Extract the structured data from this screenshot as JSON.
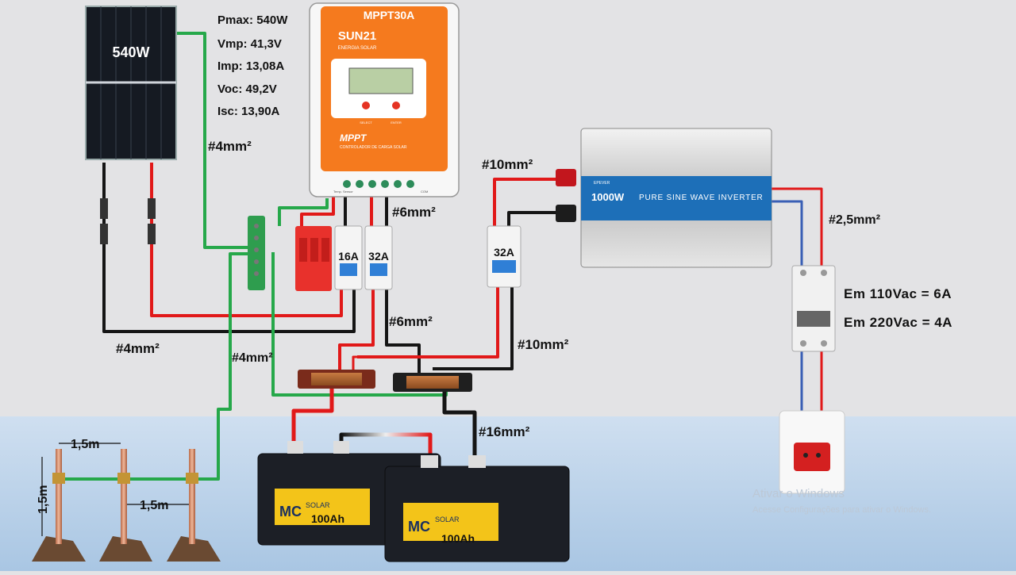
{
  "solar_panel": {
    "label": "540W"
  },
  "panel_specs": [
    "Pmax: 540W",
    "Vmp: 41,3V",
    "Imp: 13,08A",
    "Voc:  49,2V",
    "Isc: 13,90A"
  ],
  "controller": {
    "model": "MPPT30A",
    "brand": "SUN21",
    "brand_sub": "ENERGIA SOLAR",
    "type": "MPPT",
    "subtitle": "CONTROLADOR DE CARGA SOLAR",
    "button_left": "SELECT",
    "button_right": "ENTER",
    "terminal_left": "Temp. Sensor",
    "terminal_right": "COM"
  },
  "inverter": {
    "power": "1000W",
    "desc": "PURE SINE WAVE INVERTER",
    "brand": "EPEVER"
  },
  "breakers": {
    "pv": "16A",
    "battery": "32A",
    "inverter": "32A"
  },
  "wire_labels": {
    "panel_ground": "#4mm²",
    "pv_cable": "#4mm²",
    "ground_cable": "#4mm²",
    "ctrl_out_top": "#6mm²",
    "ctrl_out_bottom": "#6mm²",
    "inv_in_top": "#10mm²",
    "inv_in_bottom": "#10mm²",
    "battery": "#16mm²",
    "ac_out": "#2,5mm²"
  },
  "ac_breaker_notes": [
    "Em 110Vac = 6A",
    "Em 220Vac = 4A"
  ],
  "batteries": [
    {
      "capacity": "100Ah",
      "brand": "MC",
      "series": "SOLAR"
    },
    {
      "capacity": "100Ah",
      "brand": "MC",
      "series": "SOLAR"
    }
  ],
  "grounding": {
    "spacing_a": "1,5m",
    "spacing_b": "1,5m",
    "depth": "1,5m"
  },
  "watermark": {
    "title": "Ativar o Windows",
    "subtitle": "Acesse Configurações para ativar o Windows."
  },
  "colors": {
    "positive": "#e11919",
    "negative": "#151515",
    "ground": "#26a84a",
    "ac_neutral": "#3a5fb5",
    "controller_orange": "#f57a1e",
    "inverter_blue": "#1d6fb8"
  }
}
